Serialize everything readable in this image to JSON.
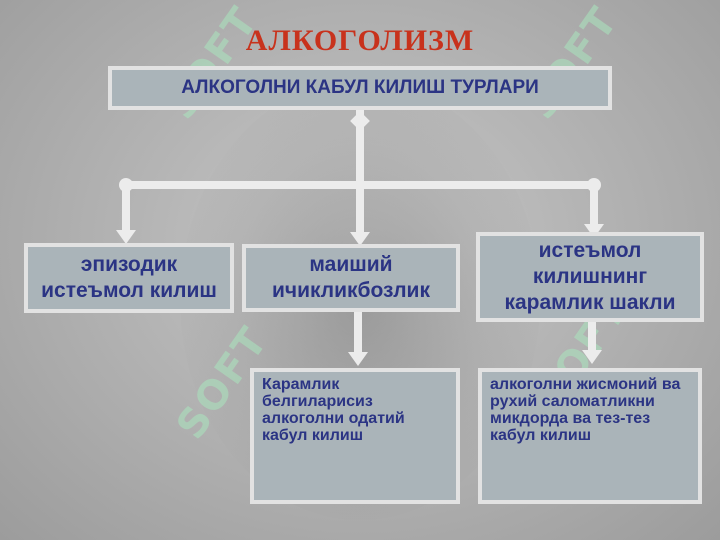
{
  "title": "АЛКОГОЛИЗМ",
  "root": {
    "label": "АЛКОГОЛНИ КАБУЛ КИЛИШ ТУРЛАРИ"
  },
  "types": [
    {
      "label": "эпизодик\nистеъмол килиш"
    },
    {
      "label": "маиший\nичикликбозлик"
    },
    {
      "label": "истеъмол\nкилишнинг\nкарамлик шакли"
    }
  ],
  "details": [
    {
      "label": "Карамлик\nбелгиларисиз\nалкоголни одатий\nкабул килиш"
    },
    {
      "label": "алкоголни жисмоний ва\nрухий саломатликни\nмикдорда ва тез-тез\nкабул килиш"
    }
  ],
  "watermark": "SOFT",
  "colors": {
    "title": "#c8321c",
    "text": "#2b3484",
    "box_fill": "#aab4b9",
    "box_border": "#e2e2e2",
    "connector": "#ececec"
  }
}
